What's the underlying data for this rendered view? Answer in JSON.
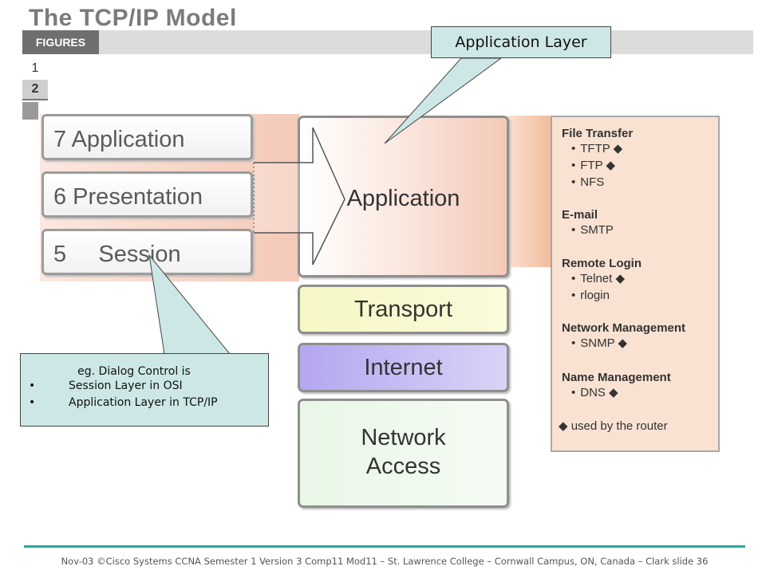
{
  "header": {
    "title": "The TCP/IP Model"
  },
  "figures": {
    "label": "FIGURES",
    "pages": [
      "1",
      "2"
    ],
    "selected": "2"
  },
  "osi_layers": [
    {
      "label": "7 Application"
    },
    {
      "label": "6 Presentation"
    },
    {
      "label": "5     Session"
    }
  ],
  "tcpip_layers": {
    "application": "Application",
    "transport": "Transport",
    "internet": "Internet",
    "network_access_line1": "Network",
    "network_access_line2": "Access"
  },
  "protocols": {
    "groups": [
      {
        "heading": "File Transfer",
        "items": [
          "TFTP ◆",
          "FTP ◆",
          "NFS"
        ]
      },
      {
        "heading": "E-mail",
        "items": [
          "SMTP"
        ]
      },
      {
        "heading": "Remote Login",
        "items": [
          "Telnet ◆",
          "rlogin"
        ]
      },
      {
        "heading": "Network Management",
        "items": [
          "SNMP ◆"
        ]
      },
      {
        "heading": "Name Management",
        "items": [
          "DNS ◆"
        ]
      }
    ],
    "note": "◆  used by the router"
  },
  "callouts": {
    "application_layer": "Application Layer",
    "example_title": "eg. Dialog Control is",
    "example_items": [
      "Session Layer in OSI",
      "Application Layer in TCP/IP"
    ]
  },
  "footer": {
    "text": "Nov-03 ©Cisco Systems CCNA Semester 1 Version 3 Comp11 Mod11 – St. Lawrence College – Cornwall Campus, ON, Canada – Clark slide 36"
  },
  "colors": {
    "application_layer": "#f3c9b8",
    "transport_layer": "#f6f7c4",
    "internet_layer": "#b5a6ef",
    "network_access_layer": "#e9f7e7",
    "callout_fill": "#cde7e7",
    "footer_rule": "#2aa79a"
  }
}
